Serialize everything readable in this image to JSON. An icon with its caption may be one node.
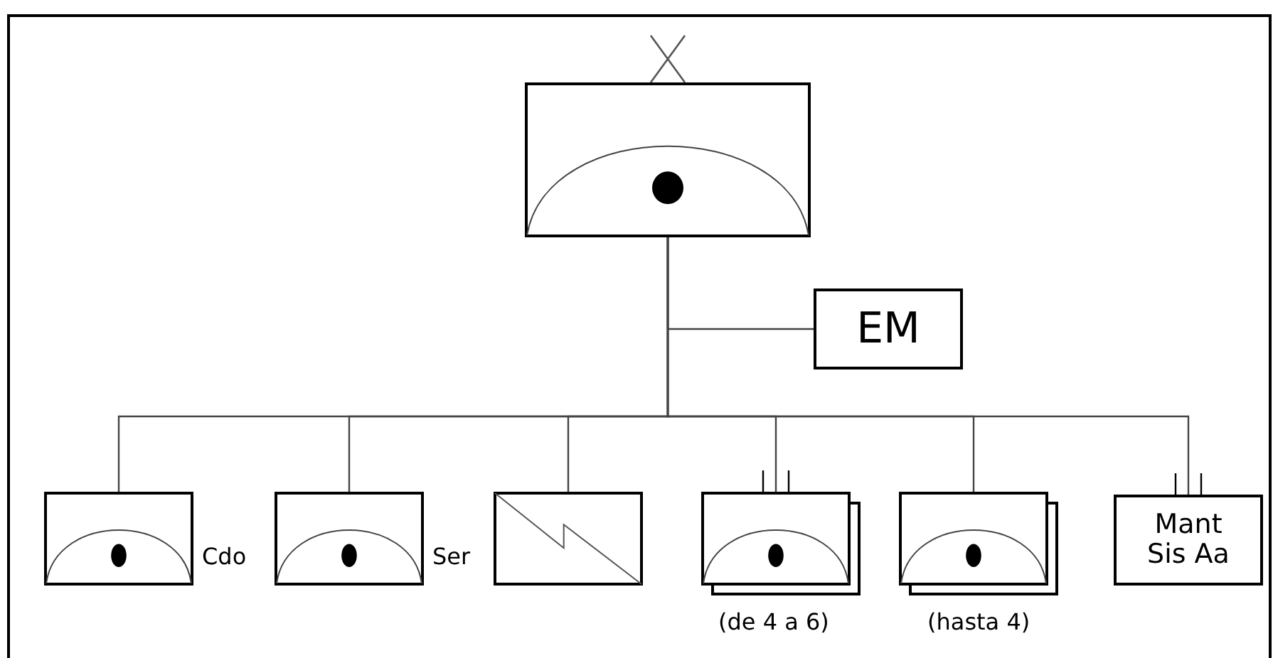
{
  "diagram": {
    "nodes": [
      {
        "text": [],
        "shape": "box"
      },
      {
        "text": [
          "EM"
        ]
      },
      {
        "text": [],
        "shape": "box",
        "beside": [
          "Cdo"
        ]
      },
      {
        "text": [],
        "shape": "box",
        "beside": [
          "Ser"
        ]
      },
      {
        "text": [],
        "shape": "box"
      },
      {
        "text": [],
        "shape": "box",
        "beside": [
          "(de 4 a 6)"
        ]
      },
      {
        "text": [],
        "shape": "box",
        "beside": [
          "(hasta 4)"
        ]
      },
      {
        "text": [
          "Mant Sis Aa"
        ]
      }
    ],
    "edges": [
      {
        "from": 0,
        "to": 1,
        "arrow": "none"
      },
      {
        "from": 0,
        "to": 2,
        "arrow": "none"
      },
      {
        "from": 0,
        "to": 3,
        "arrow": "none"
      },
      {
        "from": 0,
        "to": 4,
        "arrow": "none"
      },
      {
        "from": 0,
        "to": 5,
        "arrow": "none"
      },
      {
        "from": 0,
        "to": 6,
        "arrow": "none"
      },
      {
        "from": 0,
        "to": 7,
        "arrow": "none"
      }
    ]
  }
}
